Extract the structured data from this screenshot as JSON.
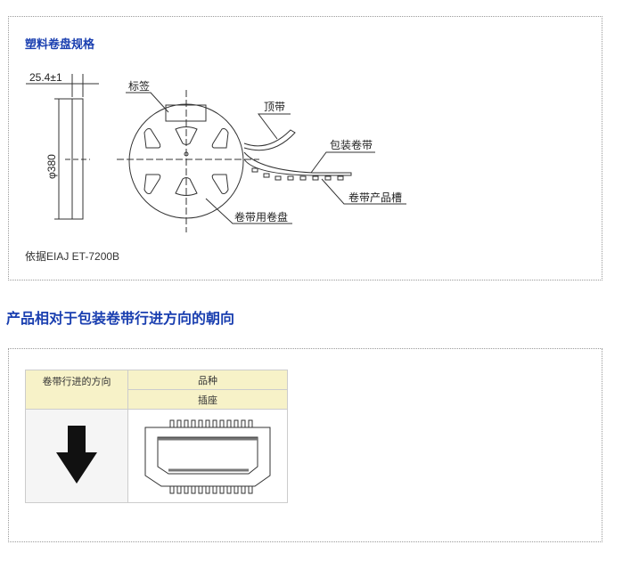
{
  "reel_section": {
    "title": "塑料卷盘规格",
    "labels": {
      "width_dim": "25.4±1",
      "diameter_dim": "φ380",
      "label": "标签",
      "top_tape": "顶带",
      "carrier_tape": "包装卷带",
      "pocket": "卷带产品槽",
      "reel": "卷带用卷盘"
    },
    "note": "依据EIAJ ET-7200B"
  },
  "orientation_section": {
    "title": "产品相对于包装卷带行进方向的朝向",
    "table": {
      "col1_header": "卷带行进的方向",
      "col2_header": "品种",
      "col2_subheader": "插座"
    }
  }
}
